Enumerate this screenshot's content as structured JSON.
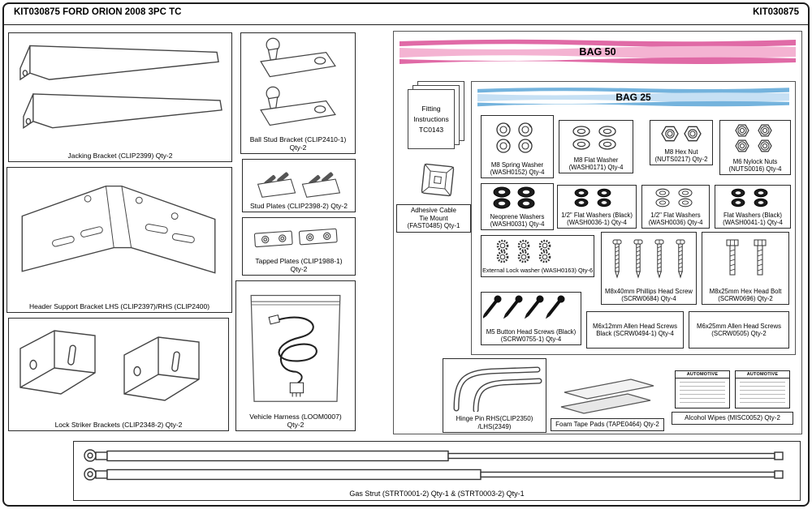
{
  "page": {
    "title": "KIT030875 FORD ORION 2008 3PC TC",
    "kit_number": "KIT030875"
  },
  "bags": {
    "bag50": "BAG 50",
    "bag25": "BAG 25"
  },
  "parts": {
    "jacking": "Jacking Bracket (CLIP2399) Qty-2",
    "header_support": "Header Support Bracket LHS (CLIP2397)/RHS (CLIP2400)",
    "lock_striker": "Lock Striker Brackets (CLIP2348-2) Qty-2",
    "ball_stud_1": "Ball Stud Bracket (CLIP2410-1)",
    "ball_stud_2": "Qty-2",
    "stud_plates_1": "Stud Plates (CLIP2398-2) Qty-2",
    "tapped_plates_1": "Tapped Plates (CLIP1988-1)",
    "tapped_plates_2": "Qty-2",
    "vehicle_harness_1": "Vehicle Harness (LOOM0007)",
    "vehicle_harness_2": "Qty-2",
    "fitting_1": "Fitting",
    "fitting_2": "Instructions",
    "fitting_3": "TC0143",
    "cable_tie_1": "Adhesive Cable",
    "cable_tie_2": "Tie Mount",
    "cable_tie_3": "(FAST0485) Qty-1",
    "hinge_pin_1": "Hinge Pin RHS(CLIP2350)",
    "hinge_pin_2": "/LHS(2349)",
    "foam_tape": "Foam Tape Pads (TAPE0464) Qty-2",
    "alcohol_wipes": "Alcohol Wipes (MISC0052) Qty-2",
    "wipe_packet": "AUTOMOTIVE",
    "gas_strut": "Gas Strut (STRT0001-2) Qty-1 & (STRT0003-2) Qty-1"
  },
  "bag25_items": {
    "spring_washer": {
      "name": "M8 Spring Washer",
      "code": "(WASH0152) Qty-4"
    },
    "m8_flat_washer": {
      "name": "M8 Flat Washer",
      "code": "(WASH0171) Qty-4"
    },
    "m8_hex_nut": {
      "name": "M8 Hex Nut",
      "code": "(NUTS0217) Qty-2"
    },
    "m6_nylock": {
      "name": "M6 Nylock Nuts",
      "code": "(NUTS0016) Qty-4"
    },
    "neoprene": {
      "name": "Neoprene Washers",
      "code": "(WASH0031) Qty-4"
    },
    "half_flat_black": {
      "name": "1/2\" Flat Washers (Black)",
      "code": "(WASH0036-1) Qty-4"
    },
    "half_flat": {
      "name": "1/2\" Flat Washers",
      "code": "(WASH0036) Qty-4"
    },
    "flat_black": {
      "name": "Flat Washers (Black)",
      "code": "(WASH0041-1) Qty-4"
    },
    "ext_lock": {
      "name": "External Lock washer (WASH0163) Qty-6"
    },
    "phillips": {
      "name": "M8x40mm Phillips Head Screw",
      "code": "(SCRW0684) Qty-4"
    },
    "hex_bolt": {
      "name": "M8x25mm Hex Head Bolt",
      "code": "(SCRW0696) Qty-2"
    },
    "m5_button": {
      "name": "M5 Button Head Screws (Black)",
      "code": "(SCRW0755-1) Qty-4"
    },
    "m6x12": {
      "name": "M6x12mm Allen Head Screws",
      "code": "Black (SCRW0494-1) Qty-4"
    },
    "m6x25": {
      "name": "M6x25mm Allen Head Screws",
      "code": "(SCRW0505) Qty-2"
    }
  },
  "colors": {
    "bag50_dark": "#e06aa6",
    "bag50_light": "#f4b3d2",
    "bag25_dark": "#74b3dd",
    "bag25_light": "#c6e0f4"
  }
}
